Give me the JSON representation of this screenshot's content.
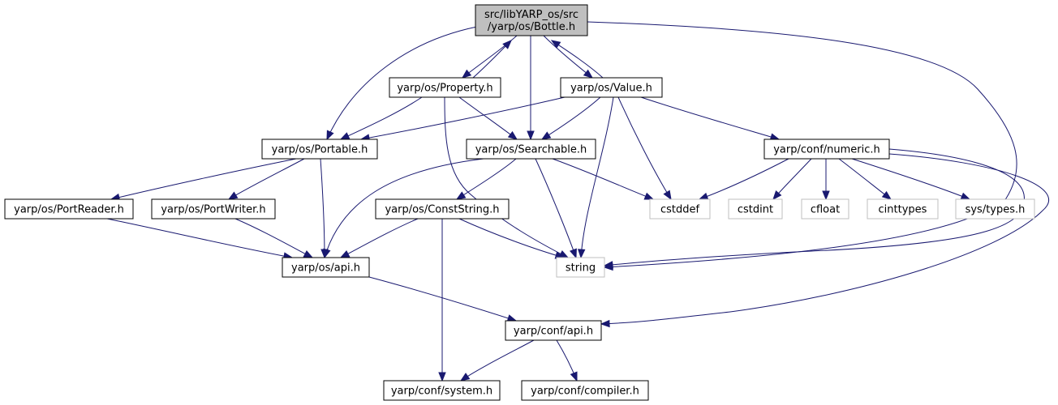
{
  "diagram": {
    "nodes": [
      {
        "id": "bottle",
        "lines": [
          "src/libYARP_os/src",
          "/yarp/os/Bottle.h"
        ],
        "kind": "root"
      },
      {
        "id": "property",
        "lines": [
          "yarp/os/Property.h"
        ],
        "kind": "local"
      },
      {
        "id": "value",
        "lines": [
          "yarp/os/Value.h"
        ],
        "kind": "local"
      },
      {
        "id": "portable",
        "lines": [
          "yarp/os/Portable.h"
        ],
        "kind": "local"
      },
      {
        "id": "searchable",
        "lines": [
          "yarp/os/Searchable.h"
        ],
        "kind": "local"
      },
      {
        "id": "numeric",
        "lines": [
          "yarp/conf/numeric.h"
        ],
        "kind": "local"
      },
      {
        "id": "portreader",
        "lines": [
          "yarp/os/PortReader.h"
        ],
        "kind": "local"
      },
      {
        "id": "portwriter",
        "lines": [
          "yarp/os/PortWriter.h"
        ],
        "kind": "local"
      },
      {
        "id": "conststring",
        "lines": [
          "yarp/os/ConstString.h"
        ],
        "kind": "local"
      },
      {
        "id": "cstddef",
        "lines": [
          "cstddef"
        ],
        "kind": "external"
      },
      {
        "id": "cstdint",
        "lines": [
          "cstdint"
        ],
        "kind": "external"
      },
      {
        "id": "cfloat",
        "lines": [
          "cfloat"
        ],
        "kind": "external"
      },
      {
        "id": "cinttypes",
        "lines": [
          "cinttypes"
        ],
        "kind": "external"
      },
      {
        "id": "systypes",
        "lines": [
          "sys/types.h"
        ],
        "kind": "external"
      },
      {
        "id": "osapi",
        "lines": [
          "yarp/os/api.h"
        ],
        "kind": "local"
      },
      {
        "id": "string",
        "lines": [
          "string"
        ],
        "kind": "external"
      },
      {
        "id": "confapi",
        "lines": [
          "yarp/conf/api.h"
        ],
        "kind": "local"
      },
      {
        "id": "system",
        "lines": [
          "yarp/conf/system.h"
        ],
        "kind": "local"
      },
      {
        "id": "compiler",
        "lines": [
          "yarp/conf/compiler.h"
        ],
        "kind": "local"
      }
    ],
    "edges": [
      {
        "from": "bottle",
        "to": "property"
      },
      {
        "from": "property",
        "to": "bottle"
      },
      {
        "from": "bottle",
        "to": "value"
      },
      {
        "from": "value",
        "to": "bottle"
      },
      {
        "from": "bottle",
        "to": "portable"
      },
      {
        "from": "bottle",
        "to": "searchable"
      },
      {
        "from": "bottle",
        "to": "string"
      },
      {
        "from": "property",
        "to": "portable"
      },
      {
        "from": "property",
        "to": "searchable"
      },
      {
        "from": "property",
        "to": "string"
      },
      {
        "from": "value",
        "to": "portable"
      },
      {
        "from": "value",
        "to": "searchable"
      },
      {
        "from": "value",
        "to": "cstddef"
      },
      {
        "from": "value",
        "to": "string"
      },
      {
        "from": "value",
        "to": "numeric"
      },
      {
        "from": "portable",
        "to": "portreader"
      },
      {
        "from": "portable",
        "to": "portwriter"
      },
      {
        "from": "portable",
        "to": "osapi"
      },
      {
        "from": "searchable",
        "to": "osapi"
      },
      {
        "from": "searchable",
        "to": "conststring"
      },
      {
        "from": "searchable",
        "to": "string"
      },
      {
        "from": "searchable",
        "to": "cstddef"
      },
      {
        "from": "numeric",
        "to": "cstddef"
      },
      {
        "from": "numeric",
        "to": "cstdint"
      },
      {
        "from": "numeric",
        "to": "cfloat"
      },
      {
        "from": "numeric",
        "to": "cinttypes"
      },
      {
        "from": "numeric",
        "to": "systypes"
      },
      {
        "from": "numeric",
        "to": "string"
      },
      {
        "from": "numeric",
        "to": "confapi"
      },
      {
        "from": "portreader",
        "to": "osapi"
      },
      {
        "from": "portwriter",
        "to": "osapi"
      },
      {
        "from": "conststring",
        "to": "osapi"
      },
      {
        "from": "conststring",
        "to": "string"
      },
      {
        "from": "conststring",
        "to": "system"
      },
      {
        "from": "osapi",
        "to": "confapi"
      },
      {
        "from": "confapi",
        "to": "system"
      },
      {
        "from": "confapi",
        "to": "compiler"
      }
    ],
    "colors": {
      "edge": "#191970",
      "root_fill": "#bfbfbf",
      "node_border": "#000000",
      "external_border": "#bfbfbf",
      "background": "#ffffff"
    }
  }
}
